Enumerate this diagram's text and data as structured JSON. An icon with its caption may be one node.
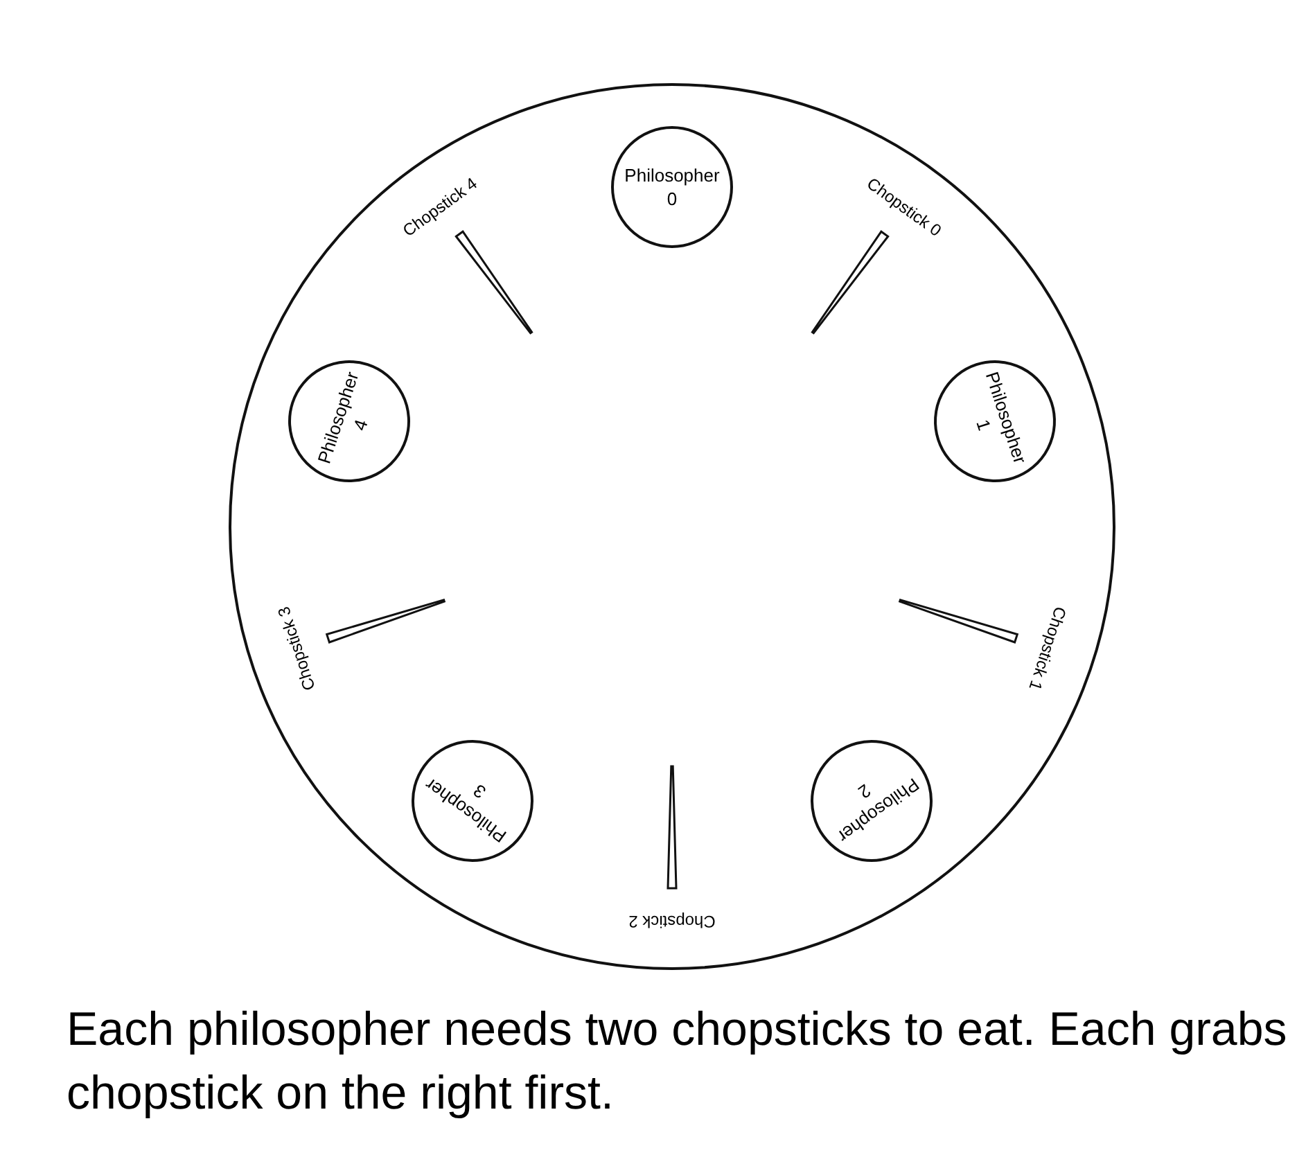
{
  "diagram": {
    "caption": "Each philosopher needs two chopsticks to eat. Each grabs chopstick on the right first.",
    "nodes": [
      {
        "text": [],
        "shape": "circle"
      },
      {
        "text": [
          "Philosopher 0"
        ],
        "in": 0
      },
      {
        "text": [],
        "shape": "bar",
        "beside": [
          "Chopstick 0"
        ],
        "in": 0
      },
      {
        "text": [
          "Philosopher 1"
        ],
        "in": 0
      },
      {
        "text": [],
        "shape": "bar",
        "beside": [
          "Chopstick 1"
        ],
        "in": 0
      },
      {
        "text": [
          "Philosopher 2"
        ],
        "in": 0
      },
      {
        "text": [],
        "shape": "bar",
        "beside": [
          "Chopstick 2"
        ],
        "in": 0
      },
      {
        "text": [
          "Philosopher 3"
        ],
        "in": 0
      },
      {
        "text": [],
        "shape": "bar",
        "beside": [
          "Chopstick 3"
        ],
        "in": 0
      },
      {
        "text": [
          "Philosopher 4"
        ],
        "in": 0
      },
      {
        "text": [],
        "shape": "bar",
        "beside": [
          "Chopstick 4"
        ],
        "in": 0
      }
    ],
    "edges": []
  }
}
